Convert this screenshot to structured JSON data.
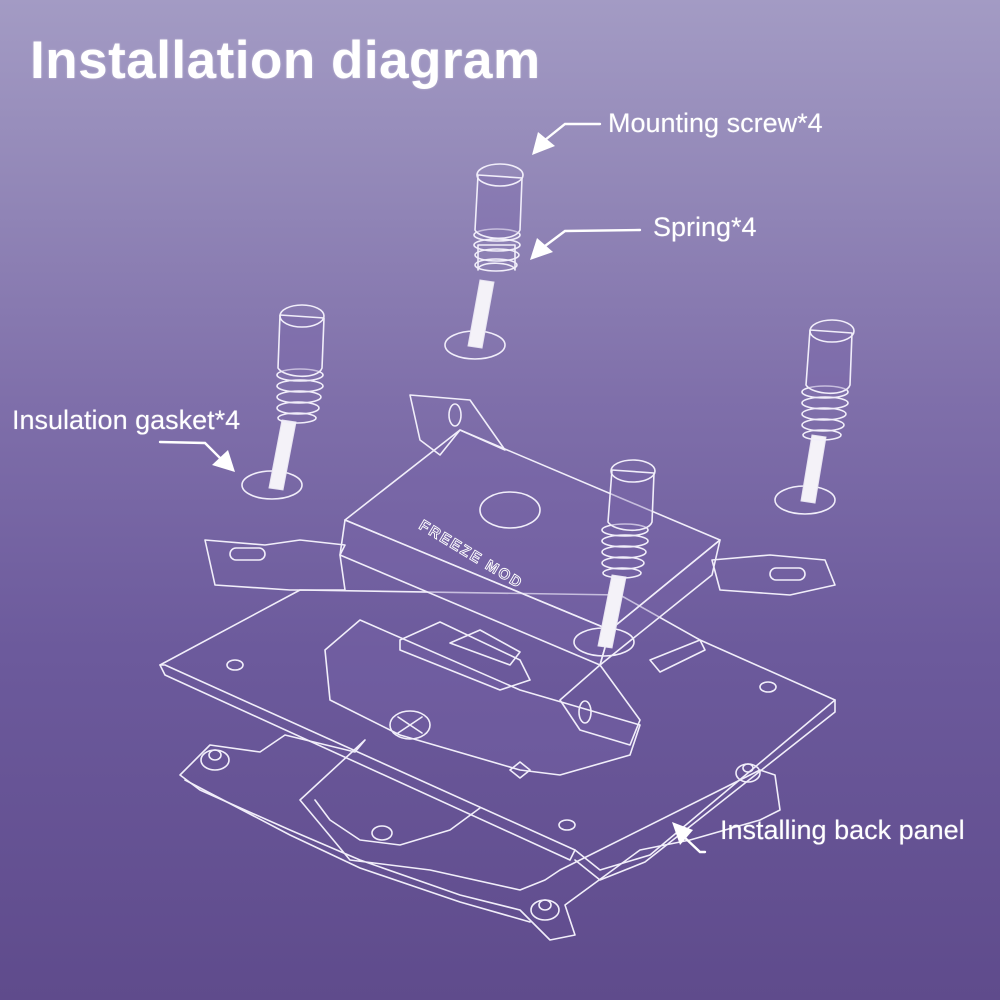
{
  "title": "Installation diagram",
  "labels": {
    "mounting_screw": "Mounting screw*4",
    "spring": "Spring*4",
    "insulation_gasket": "Insulation gasket*4",
    "back_panel": "Installing back panel"
  },
  "brand_mark": "FREEZE MOD",
  "colors": {
    "background_top": "#a39bc4",
    "background_bottom": "#5f4b8c",
    "line": "#f1eefa",
    "text": "#ffffff"
  }
}
